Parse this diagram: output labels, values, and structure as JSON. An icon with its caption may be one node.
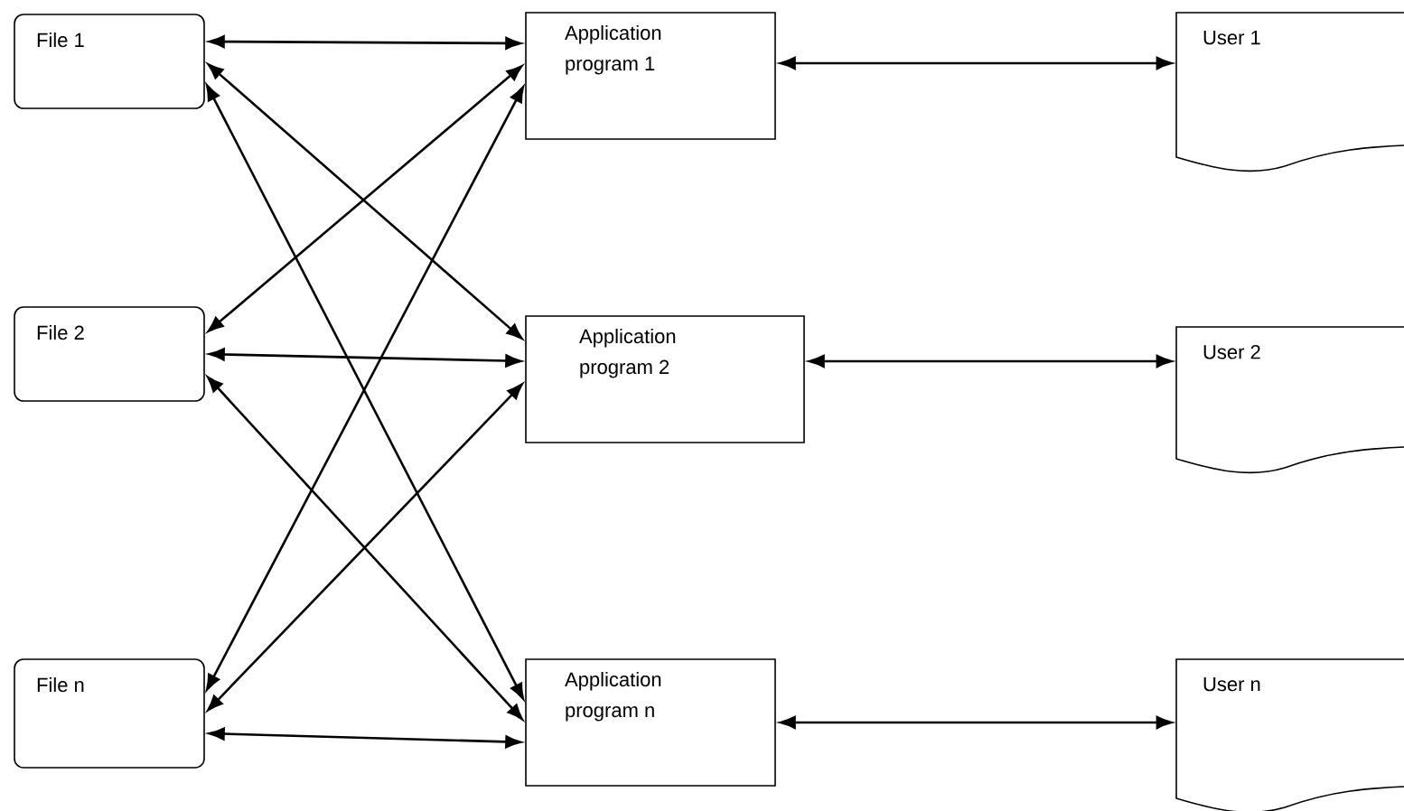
{
  "diagram": {
    "nodes": [
      {
        "text": [
          "File 1"
        ]
      },
      {
        "text": [
          "File 2"
        ]
      },
      {
        "text": [
          "File n"
        ]
      },
      {
        "text": [
          "Application program 1"
        ]
      },
      {
        "text": [
          "Application program 2"
        ]
      },
      {
        "text": [
          "Application program n"
        ]
      },
      {
        "text": [
          "User 1"
        ]
      },
      {
        "text": [
          "User 2"
        ]
      },
      {
        "text": [
          "User n"
        ]
      }
    ],
    "edges": [
      {
        "from": 0,
        "to": 3,
        "arrow": "both"
      },
      {
        "from": 0,
        "to": 4,
        "arrow": "both"
      },
      {
        "from": 0,
        "to": 5,
        "arrow": "both"
      },
      {
        "from": 1,
        "to": 3,
        "arrow": "both"
      },
      {
        "from": 1,
        "to": 4,
        "arrow": "both"
      },
      {
        "from": 1,
        "to": 5,
        "arrow": "both"
      },
      {
        "from": 2,
        "to": 3,
        "arrow": "both"
      },
      {
        "from": 2,
        "to": 4,
        "arrow": "both"
      },
      {
        "from": 2,
        "to": 5,
        "arrow": "both"
      },
      {
        "from": 3,
        "to": 6,
        "arrow": "both"
      },
      {
        "from": 4,
        "to": 7,
        "arrow": "both"
      },
      {
        "from": 5,
        "to": 8,
        "arrow": "both"
      }
    ]
  }
}
